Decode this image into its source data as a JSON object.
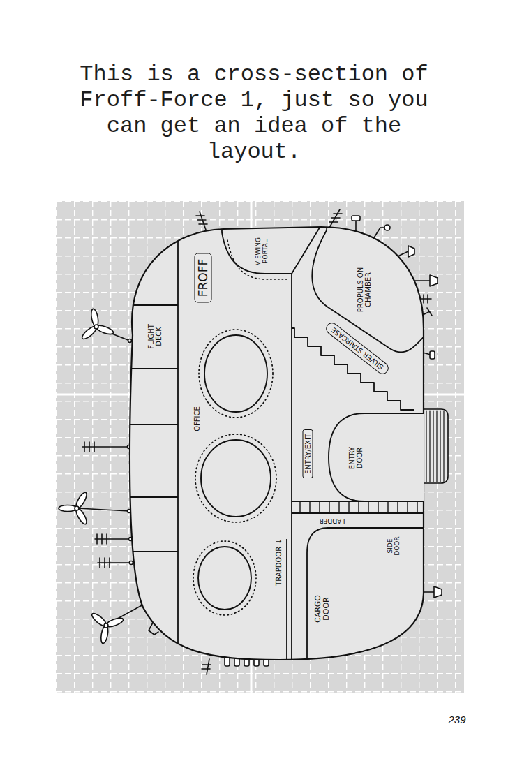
{
  "diagram": {
    "title": "This is a cross-section of Froff-Force 1, just so you can get an idea of the layout.",
    "nodes": [
      {
        "text": [
          "FROFF"
        ]
      },
      {
        "text": [
          "SILVER STAIRCASE"
        ]
      },
      {
        "text": [
          "ENTRY/EXIT"
        ]
      },
      {
        "text": [
          "ENTRY DOOR"
        ]
      }
    ],
    "labels": [
      "FLIGHT DECK",
      "VIEWING PORTAL",
      "OFFICE",
      "PROPULSION CHAMBER",
      "LADDER",
      "SIDE DOOR",
      "TRAPDOOR ↓",
      "CARGO DOOR",
      "239"
    ]
  }
}
